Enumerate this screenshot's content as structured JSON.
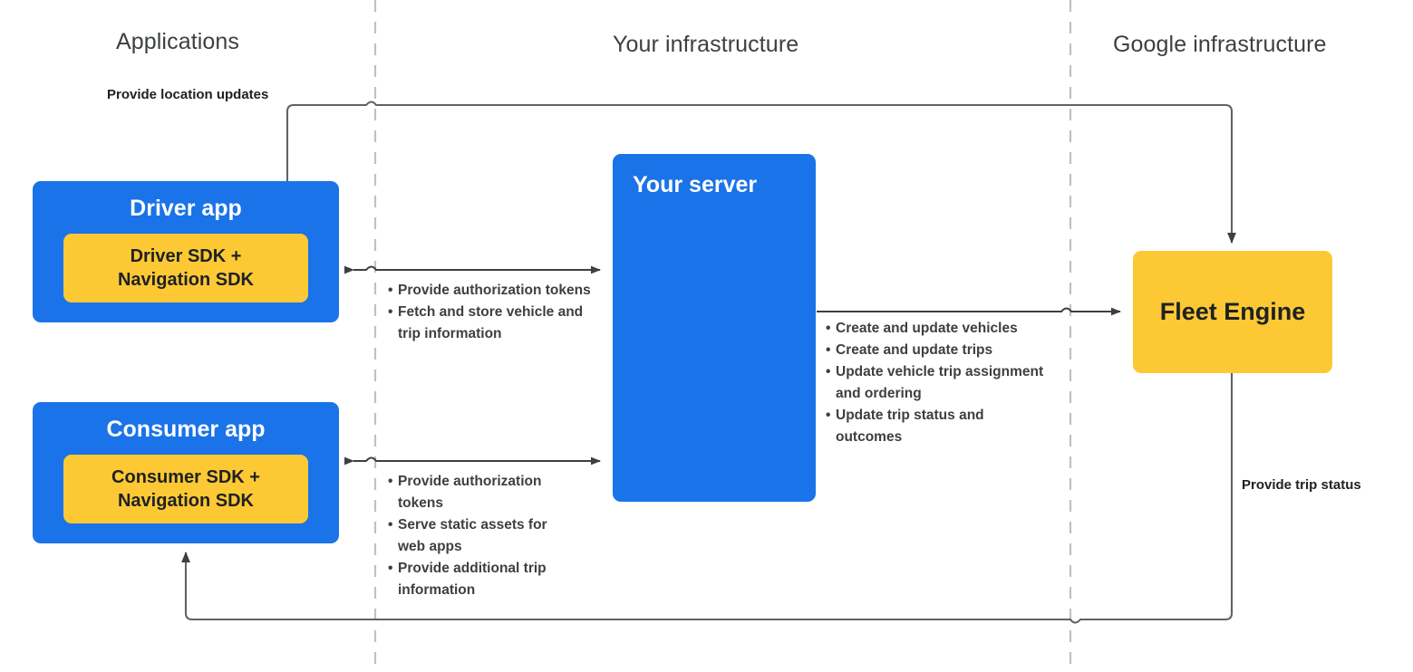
{
  "zones": [
    {
      "id": "applications",
      "label": "Applications"
    },
    {
      "id": "your-infrastructure",
      "label": "Your infrastructure"
    },
    {
      "id": "google-infrastructure",
      "label": "Google infrastructure"
    }
  ],
  "nodes": {
    "driver_app": {
      "title": "Driver app",
      "sdk": "Driver SDK +\nNavigation SDK"
    },
    "consumer_app": {
      "title": "Consumer app",
      "sdk": "Consumer SDK +\nNavigation SDK"
    },
    "your_server": {
      "title": "Your server"
    },
    "fleet_engine": {
      "title": "Fleet Engine"
    }
  },
  "edge_labels": {
    "provide_location_updates": "Provide location updates",
    "provide_trip_status": "Provide trip status"
  },
  "bullet_groups": {
    "driver_to_server": [
      "Provide authorization tokens",
      "Fetch and store vehicle and trip information"
    ],
    "consumer_to_server": [
      "Provide authorization tokens",
      "Serve static assets for web apps",
      "Provide additional trip information"
    ],
    "server_to_fleet_engine": [
      "Create and update vehicles",
      "Create and update trips",
      "Update vehicle trip assignment and ordering",
      "Update trip status and outcomes"
    ]
  },
  "colors": {
    "blue": "#1a73e8",
    "yellow": "#fcc934",
    "line": "#5f6368",
    "divider": "#bdc1c6",
    "text_dark": "#202124",
    "text_muted": "#3c4043",
    "white": "#ffffff"
  }
}
